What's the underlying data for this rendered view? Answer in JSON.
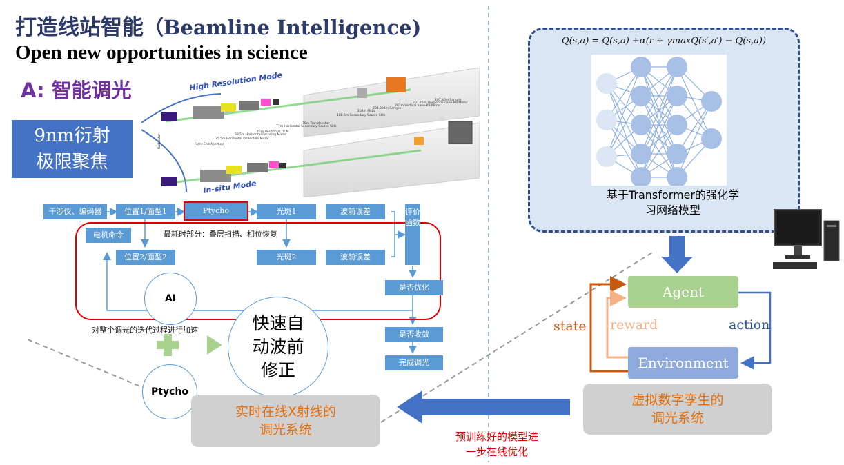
{
  "header": {
    "title_cn": "打造线站智能",
    "title_en": "（Beamline Intelligence)",
    "subtitle": "Open new opportunities in science",
    "section_label": "A: 智能调光"
  },
  "focus_box": {
    "line1": "9nm衍射",
    "line2": "极限聚焦"
  },
  "beamline": {
    "mode_high": "High Resolution Mode",
    "mode_insitu": "In-situ Mode",
    "components": [
      "Undulator",
      "Front-End Aperture",
      "35.5m Horizontal Deflection Mirror",
      "38.5m Horizontal Focusing Mirror",
      "45m Horizontal DCM",
      "77m Horizontal Secondary Source Slits",
      "78m Transfocator",
      "188.5m Secondary Source Slits",
      "204m MLLs",
      "204.004m Sample",
      "207m Vertical nano-KB Mirror",
      "207.25m Horizontal nano-KB Mirror",
      "207.36m Sample"
    ]
  },
  "flow": {
    "interferometer": "干涉仪、编码器",
    "position1": "位置1/面型1",
    "ptycho": "Ptycho",
    "spot1": "光斑1",
    "wavefront1": "波前误差",
    "eval": "评价函数",
    "motor": "电机命令",
    "bottleneck": "最耗时部分：叠层扫描、相位恢复",
    "position2": "位置2/面型2",
    "spot2": "光斑2",
    "wavefront2": "波前误差",
    "optimized": "是否优化",
    "converged": "是否收敛",
    "done": "完成调光",
    "accel_note": "对整个调光的迭代过程进行加速"
  },
  "circles": {
    "ai": "AI",
    "ptycho": "Ptycho",
    "fast_l1": "快速自",
    "fast_l2": "动波前",
    "fast_l3": "修正"
  },
  "realtime_box": {
    "line1": "实时在线X射线的",
    "line2": "调光系统"
  },
  "rl_panel": {
    "formula": "Q(s,a) = Q(s,a) +α(r + γmaxQ(s′,a′) − Q(s,a))",
    "caption_l1": "基于Transformer的强化学",
    "caption_l2": "习网络模型"
  },
  "rl_loop": {
    "agent": "Agent",
    "environment": "Environment",
    "state": "state",
    "reward": "reward",
    "action": "action"
  },
  "twin_box": {
    "line1": "虚拟数字孪生的",
    "line2": "调光系统"
  },
  "transfer_note": {
    "line1": "预训练好的模型进",
    "line2": "一步在线优化"
  },
  "colors": {
    "title": "#2c3b6a",
    "section": "#7030a0",
    "flow_blue": "#5b9bd5",
    "highlight_red": "#e00000",
    "orange": "#e36c09",
    "agent_green": "#a9d18e",
    "env_blue": "#8faadc",
    "panel_fill": "#dbe6f4"
  }
}
